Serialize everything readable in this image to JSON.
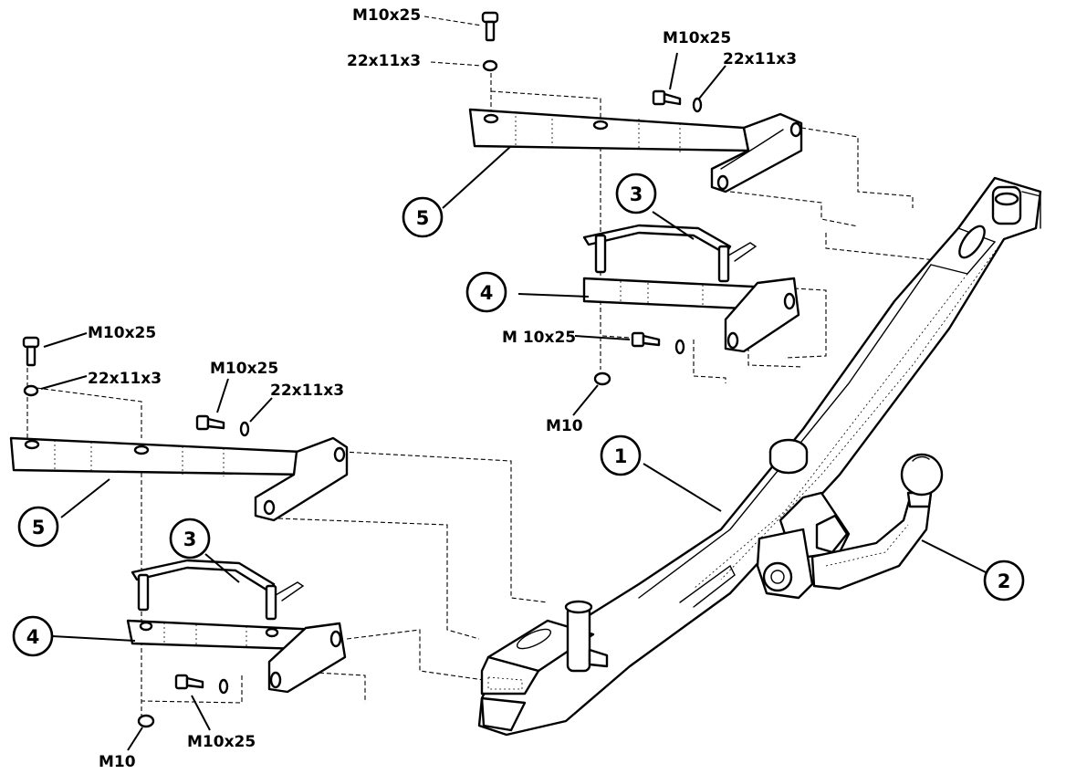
{
  "labels": {
    "top_bolt_a": "M10x25",
    "top_washer_a": "22x11x3",
    "top_bolt_b": "M10x25",
    "top_washer_b": "22x11x3",
    "top_bolt_c": "M 10x25",
    "top_nut": "M10",
    "bot_bolt_a": "M10x25",
    "bot_washer_a": "22x11x3",
    "bot_bolt_b": "M10x25",
    "bot_washer_b": "22x11x3",
    "bot_bolt_c": "M10x25",
    "bot_nut": "M10"
  },
  "callouts": {
    "crossbar": "1",
    "towball": "2",
    "u_clamp_top": "3",
    "u_clamp_bottom": "3",
    "clamp_plate_top": "4",
    "clamp_plate_bottom": "4",
    "bracket_top": "5",
    "bracket_bottom": "5"
  }
}
